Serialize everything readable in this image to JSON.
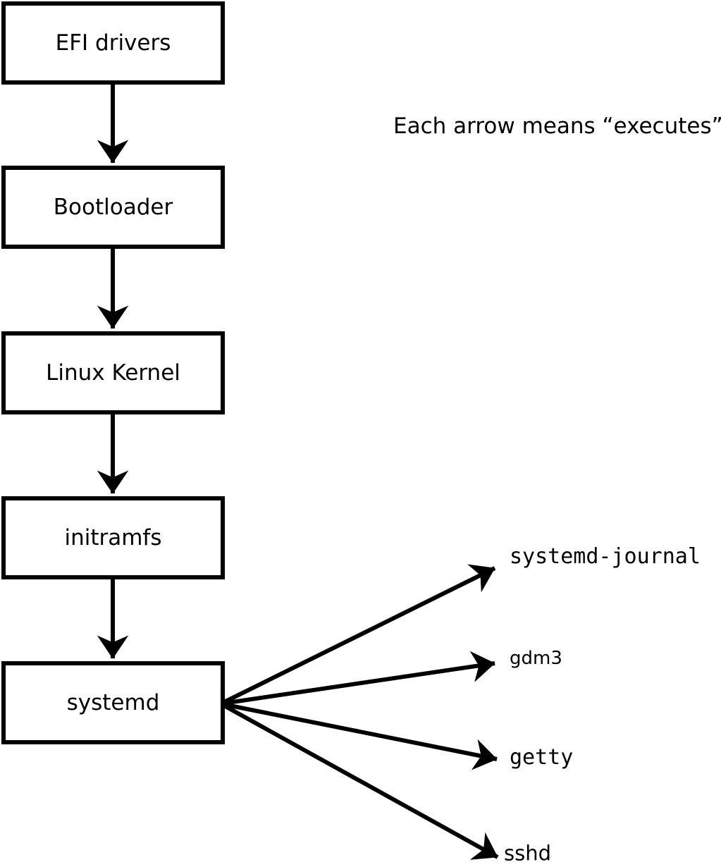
{
  "annotation": {
    "text": "Each arrow means “executes”."
  },
  "diagram": {
    "type": "flowchart",
    "arrow_meaning": "executes",
    "boot_chain": [
      {
        "id": "efi-drivers",
        "label": "EFI drivers"
      },
      {
        "id": "bootloader",
        "label": "Bootloader"
      },
      {
        "id": "linux-kernel",
        "label": "Linux Kernel"
      },
      {
        "id": "initramfs",
        "label": "initramfs"
      },
      {
        "id": "systemd",
        "label": "systemd"
      }
    ],
    "spawned_processes": [
      {
        "id": "systemd-journal",
        "label": "systemd-journal"
      },
      {
        "id": "gdm3",
        "label": "gdm3"
      },
      {
        "id": "getty",
        "label": "getty"
      },
      {
        "id": "sshd",
        "label": "sshd"
      }
    ],
    "edges": [
      {
        "from": "EFI drivers",
        "to": "Bootloader"
      },
      {
        "from": "Bootloader",
        "to": "Linux Kernel"
      },
      {
        "from": "Linux Kernel",
        "to": "initramfs"
      },
      {
        "from": "initramfs",
        "to": "systemd"
      },
      {
        "from": "systemd",
        "to": "systemd-journal"
      },
      {
        "from": "systemd",
        "to": "gdm3"
      },
      {
        "from": "systemd",
        "to": "getty"
      },
      {
        "from": "systemd",
        "to": "sshd"
      }
    ]
  },
  "colors": {
    "stroke": "#000000",
    "background": "#ffffff",
    "box_fill": "#ffffff",
    "text": "#000000"
  }
}
